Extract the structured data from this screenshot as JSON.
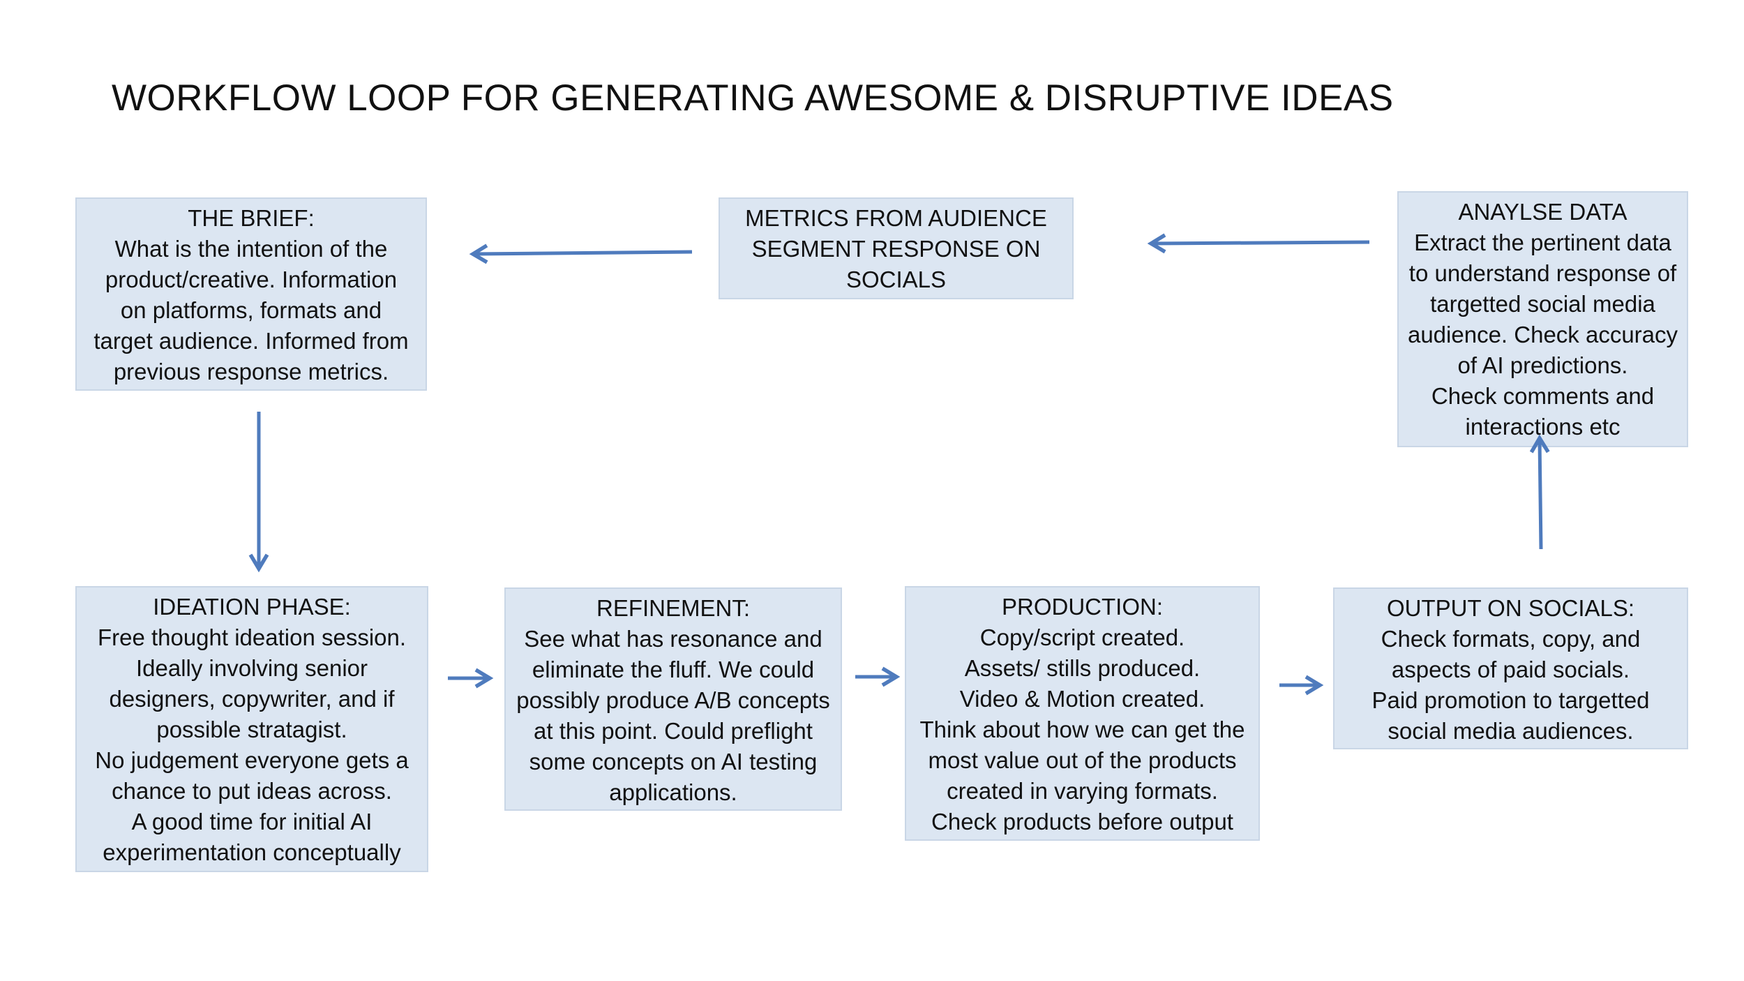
{
  "title": "WORKFLOW LOOP FOR GENERATING AWESOME & DISRUPTIVE IDEAS",
  "colors": {
    "box_fill": "#dce6f2",
    "box_border": "#c9d6e6",
    "arrow": "#4f7bbd"
  },
  "boxes": {
    "brief": {
      "lines": [
        "THE BRIEF:",
        "What is the intention of the",
        "product/creative. Information",
        "on platforms, formats and",
        "target audience. Informed from",
        "previous response metrics."
      ]
    },
    "metrics": {
      "lines": [
        "METRICS FROM AUDIENCE",
        "SEGMENT RESPONSE ON",
        "SOCIALS"
      ]
    },
    "analyse": {
      "lines": [
        "ANAYLSE DATA",
        "Extract the pertinent data",
        "to understand response of",
        "targetted social media",
        "audience. Check accuracy",
        "of AI predictions.",
        "Check comments and",
        "interactions etc"
      ]
    },
    "ideation": {
      "lines": [
        "IDEATION PHASE:",
        "Free thought ideation session.",
        "Ideally involving senior",
        "designers, copywriter, and if",
        "possible stratagist.",
        "No judgement everyone gets a",
        "chance to put ideas across.",
        "A good time for initial AI",
        "experimentation conceptually"
      ]
    },
    "refinement": {
      "lines": [
        "REFINEMENT:",
        "See what has resonance and",
        "eliminate the fluff. We could",
        "possibly produce A/B concepts",
        "at this point.  Could preflight",
        "some concepts on AI testing",
        "applications."
      ]
    },
    "production": {
      "lines": [
        "PRODUCTION:",
        "Copy/script created.",
        "Assets/ stills produced.",
        "Video & Motion created.",
        "Think about how we can get the",
        "most value out of the products",
        "created in varying formats.",
        "Check products before output"
      ]
    },
    "output": {
      "lines": [
        "OUTPUT ON SOCIALS:",
        "Check formats, copy, and",
        "aspects of paid socials.",
        "Paid promotion to targetted",
        "social media audiences."
      ]
    }
  }
}
